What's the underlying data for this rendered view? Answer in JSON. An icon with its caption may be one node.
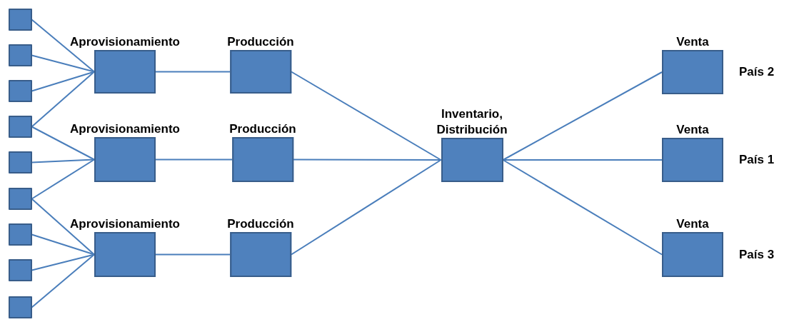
{
  "diagram": {
    "nodes": [
      {
        "text": [],
        "shape": "box"
      },
      {
        "text": [],
        "shape": "box"
      },
      {
        "text": [],
        "shape": "box"
      },
      {
        "text": [],
        "shape": "box"
      },
      {
        "text": [],
        "shape": "box"
      },
      {
        "text": [],
        "shape": "box"
      },
      {
        "text": [],
        "shape": "box"
      },
      {
        "text": [],
        "shape": "box"
      },
      {
        "text": [],
        "shape": "box"
      },
      {
        "text": [
          "Aprovisionamiento"
        ]
      },
      {
        "text": [
          "Producción"
        ]
      },
      {
        "text": [
          "Aprovisionamiento"
        ]
      },
      {
        "text": [
          "Producción"
        ]
      },
      {
        "text": [
          "Aprovisionamiento"
        ]
      },
      {
        "text": [
          "Producción"
        ]
      },
      {
        "text": [
          "Inventario, Distribución"
        ]
      },
      {
        "text": [
          "Venta"
        ],
        "beside": [
          "País 2"
        ]
      },
      {
        "text": [
          "Venta"
        ],
        "beside": [
          "País 1"
        ]
      },
      {
        "text": [
          "Venta"
        ],
        "beside": [
          "País 3"
        ]
      }
    ],
    "edges": [
      {
        "from": 0,
        "to": 9,
        "arrow": "none"
      },
      {
        "from": 1,
        "to": 9,
        "arrow": "none"
      },
      {
        "from": 2,
        "to": 9,
        "arrow": "none"
      },
      {
        "from": 3,
        "to": 9,
        "arrow": "none"
      },
      {
        "from": 3,
        "to": 11,
        "arrow": "none"
      },
      {
        "from": 4,
        "to": 11,
        "arrow": "none"
      },
      {
        "from": 5,
        "to": 11,
        "arrow": "none"
      },
      {
        "from": 5,
        "to": 13,
        "arrow": "none"
      },
      {
        "from": 6,
        "to": 13,
        "arrow": "none"
      },
      {
        "from": 7,
        "to": 13,
        "arrow": "none"
      },
      {
        "from": 8,
        "to": 13,
        "arrow": "none"
      },
      {
        "from": 9,
        "to": 10,
        "arrow": "none"
      },
      {
        "from": 11,
        "to": 12,
        "arrow": "none"
      },
      {
        "from": 13,
        "to": 14,
        "arrow": "none"
      },
      {
        "from": 10,
        "to": 15,
        "arrow": "none"
      },
      {
        "from": 12,
        "to": 15,
        "arrow": "none"
      },
      {
        "from": 14,
        "to": 15,
        "arrow": "none"
      },
      {
        "from": 15,
        "to": 16,
        "arrow": "none"
      },
      {
        "from": 15,
        "to": 17,
        "arrow": "none"
      },
      {
        "from": 15,
        "to": 18,
        "arrow": "none"
      }
    ]
  }
}
